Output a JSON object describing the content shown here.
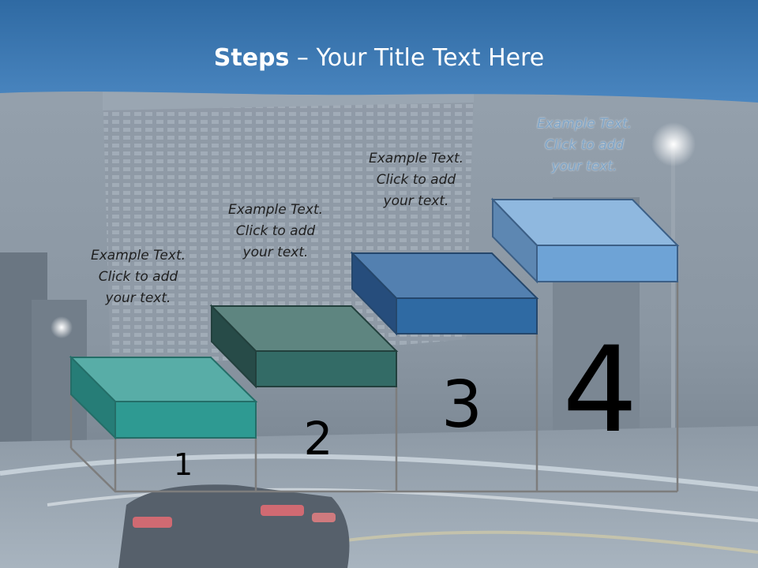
{
  "slide": {
    "title_bold": "Steps",
    "title_rest": " – Your Title Text Here"
  },
  "steps": [
    {
      "number": "1",
      "caption": [
        "Example Text.",
        "Click  to add",
        "your text."
      ],
      "color": "#2e9a92"
    },
    {
      "number": "2",
      "caption": [
        "Example Text.",
        "Click  to add",
        "your text."
      ],
      "color": "#336b66"
    },
    {
      "number": "3",
      "caption": [
        "Example Text.",
        "Click  to add",
        "your text."
      ],
      "color": "#2f6aa3"
    },
    {
      "number": "4",
      "caption": [
        "Example Text.",
        "Click  to add",
        "your text."
      ],
      "color": "#8fb8df"
    }
  ],
  "colors": {
    "header_blue": "#3c79b4",
    "background": "#7e8a96"
  }
}
